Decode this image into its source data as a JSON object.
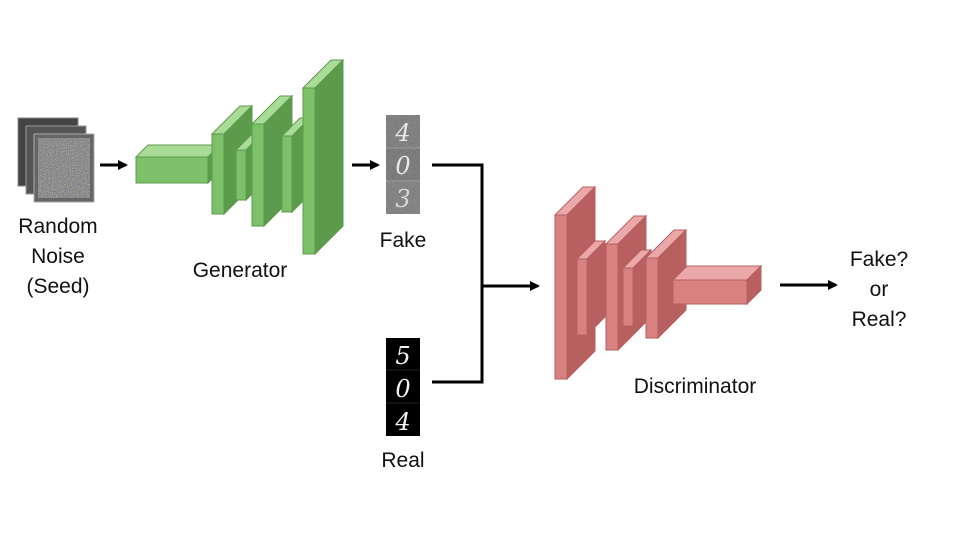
{
  "diagram": {
    "input": {
      "lines": [
        "Random",
        "Noise",
        "(Seed)"
      ]
    },
    "generator": {
      "label": "Generator",
      "color": "#7cc16a",
      "face": "#a9dc96",
      "dark": "#5c9a4c"
    },
    "fake": {
      "label": "Fake",
      "digits": [
        "4",
        "0",
        "3"
      ]
    },
    "real": {
      "label": "Real",
      "digits": [
        "5",
        "0",
        "4"
      ]
    },
    "discriminator": {
      "label": "Discriminator",
      "color": "#d98080",
      "face": "#eba8a8",
      "dark": "#b85f5f"
    },
    "output": {
      "lines": [
        "Fake?",
        "or",
        "Real?"
      ]
    }
  }
}
